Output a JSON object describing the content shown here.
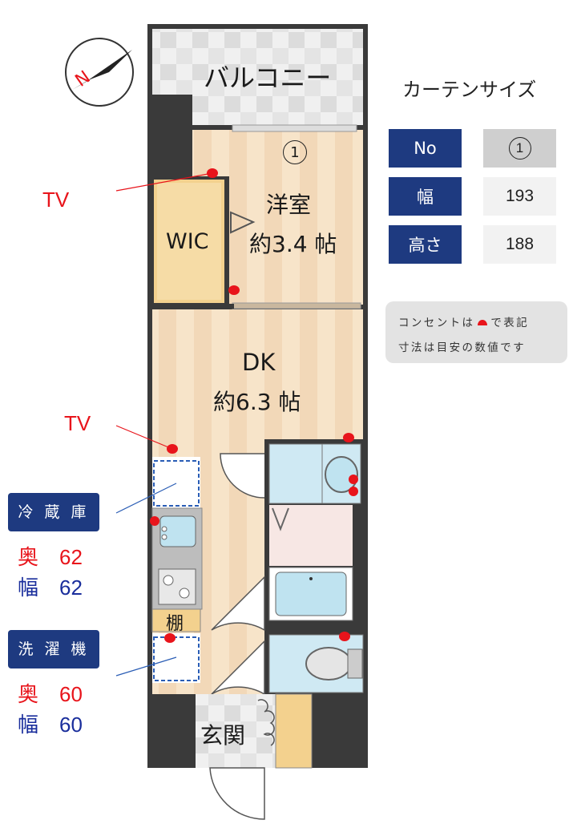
{
  "rooms": {
    "balcony": "バルコニー",
    "western_room": "洋室",
    "western_size": "約3.4 帖",
    "wic": "WIC",
    "dk": "DK",
    "dk_size": "約6.3 帖",
    "shelf": "棚",
    "entrance": "玄関",
    "window_marker": "1"
  },
  "tv_labels": {
    "upper": "TV",
    "lower": "TV"
  },
  "fridge": {
    "title": "冷 蔵 庫",
    "depth_label": "奥",
    "depth": "62",
    "width_label": "幅",
    "width": "62"
  },
  "washer": {
    "title": "洗 濯 機",
    "depth_label": "奥",
    "depth": "60",
    "width_label": "幅",
    "width": "60"
  },
  "curtain_table": {
    "title": "カーテンサイズ",
    "rows": [
      {
        "label": "No",
        "value": "1"
      },
      {
        "label": "幅",
        "value": "193"
      },
      {
        "label": "高さ",
        "value": "188"
      }
    ]
  },
  "note": {
    "line1_pre": "コンセントは",
    "line1_post": "で表記",
    "line2": "寸法は目安の数値です"
  },
  "colors": {
    "navy": "#1e3a80",
    "outlet_red": "#e8141b",
    "wall": "#3a3a3a",
    "floor": "#f6e3c8"
  }
}
